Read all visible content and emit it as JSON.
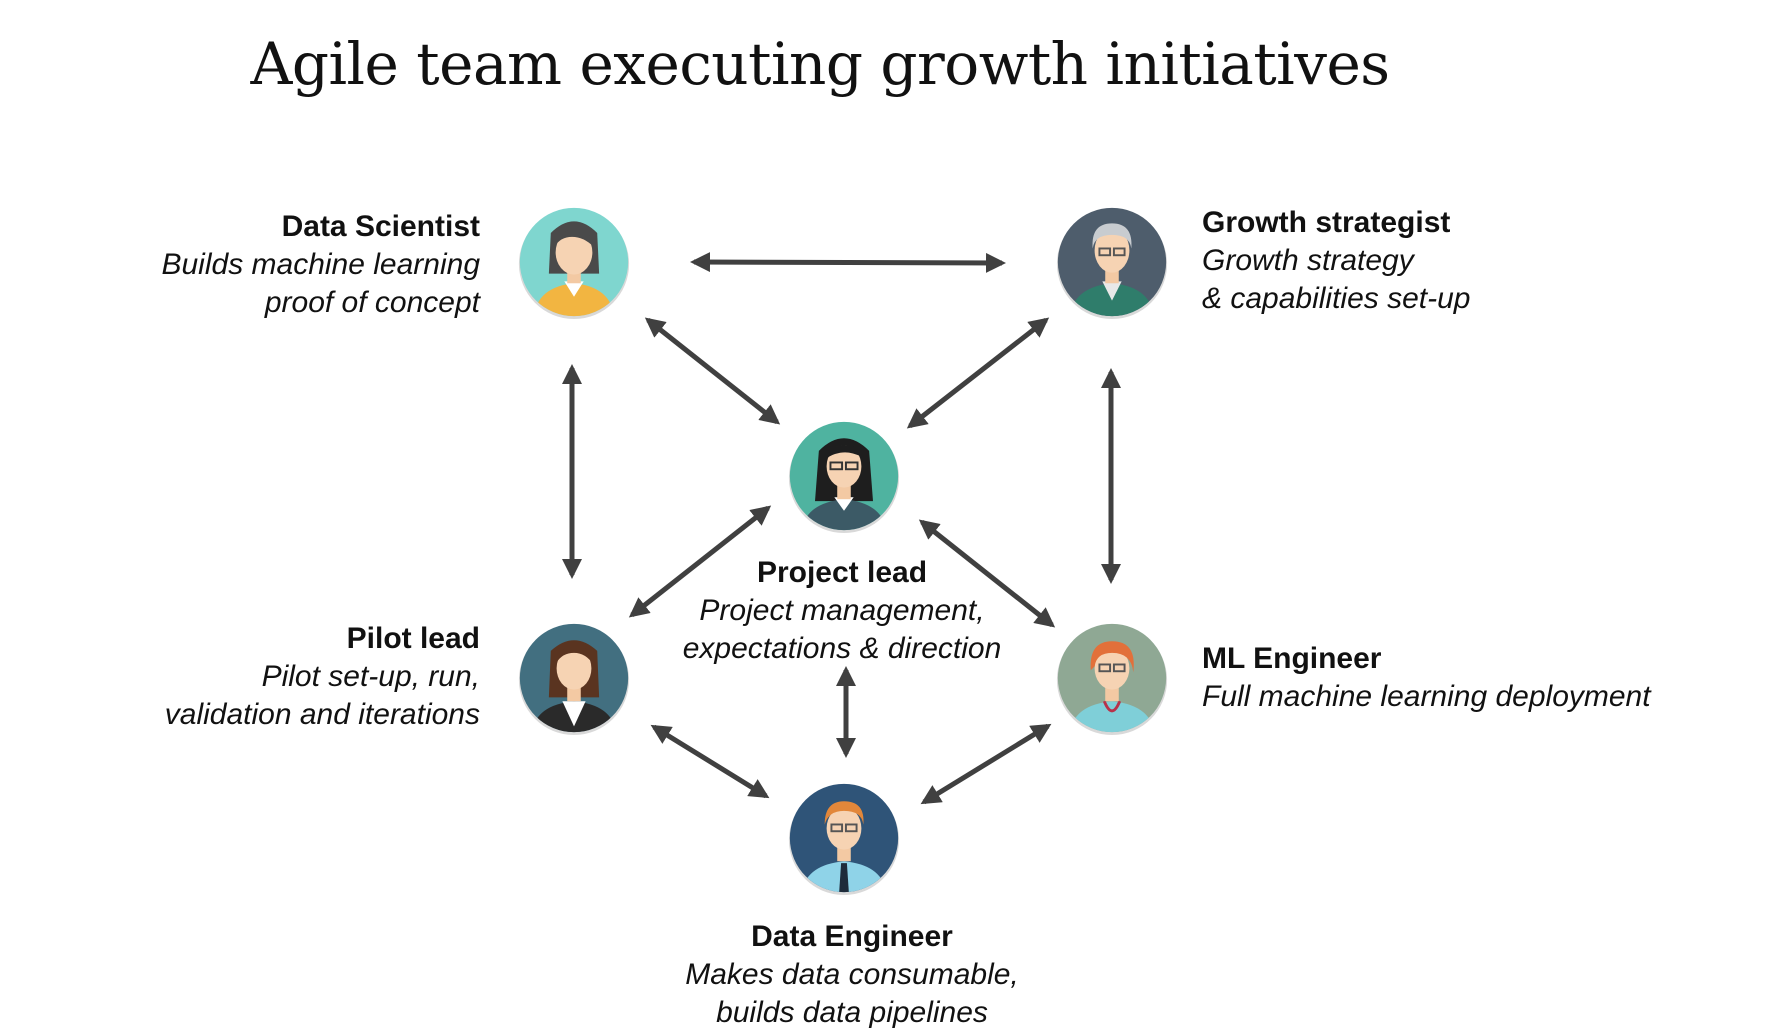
{
  "title": "Agile team executing growth initiatives",
  "colors": {
    "arrow": "#404040",
    "data_scientist_bg": "#7fd6cf",
    "growth_strategist_bg": "#4e5d6c",
    "project_lead_bg": "#4fb3a0",
    "pilot_lead_bg": "#426f80",
    "ml_engineer_bg": "#8fa894",
    "data_engineer_bg": "#2f5478"
  },
  "roles": {
    "data_scientist": {
      "name": "Data Scientist",
      "desc_line1": "Builds machine learning",
      "desc_line2": "proof of concept",
      "icon": "female-avatar-icon"
    },
    "growth_strategist": {
      "name": "Growth strategist",
      "desc_line1": "Growth strategy",
      "desc_line2": "& capabilities set-up",
      "icon": "senior-male-avatar-icon"
    },
    "project_lead": {
      "name": "Project lead",
      "desc_line1": "Project management,",
      "desc_line2": "expectations & direction",
      "icon": "female-glasses-avatar-icon"
    },
    "pilot_lead": {
      "name": "Pilot lead",
      "desc_line1": "Pilot set-up, run,",
      "desc_line2": "validation and iterations",
      "icon": "female-businesswoman-avatar-icon"
    },
    "ml_engineer": {
      "name": "ML Engineer",
      "desc_line1": "Full machine learning deployment",
      "icon": "female-redhead-avatar-icon"
    },
    "data_engineer": {
      "name": "Data Engineer",
      "desc_line1": "Makes data consumable,",
      "desc_line2": "builds data pipelines",
      "icon": "male-glasses-avatar-icon"
    }
  }
}
